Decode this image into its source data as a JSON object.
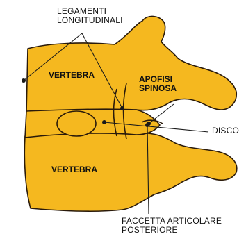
{
  "colors": {
    "bone": "#f5b81f",
    "outline": "#2a1a0a",
    "background": "#ffffff",
    "label": "#111111"
  },
  "labels": {
    "legamenti_line1": "LEGAMENTI",
    "legamenti_line2": "LONGITUDINALI",
    "vertebra_top": "VERTEBRA",
    "apofisi_line1": "APOFISI",
    "apofisi_line2": "SPINOSA",
    "disco": "DISCO",
    "vertebra_bottom": "VERTEBRA",
    "faccetta_line1": "FACCETTA ARTICOLARE",
    "faccetta_line2": "POSTERIORE"
  }
}
